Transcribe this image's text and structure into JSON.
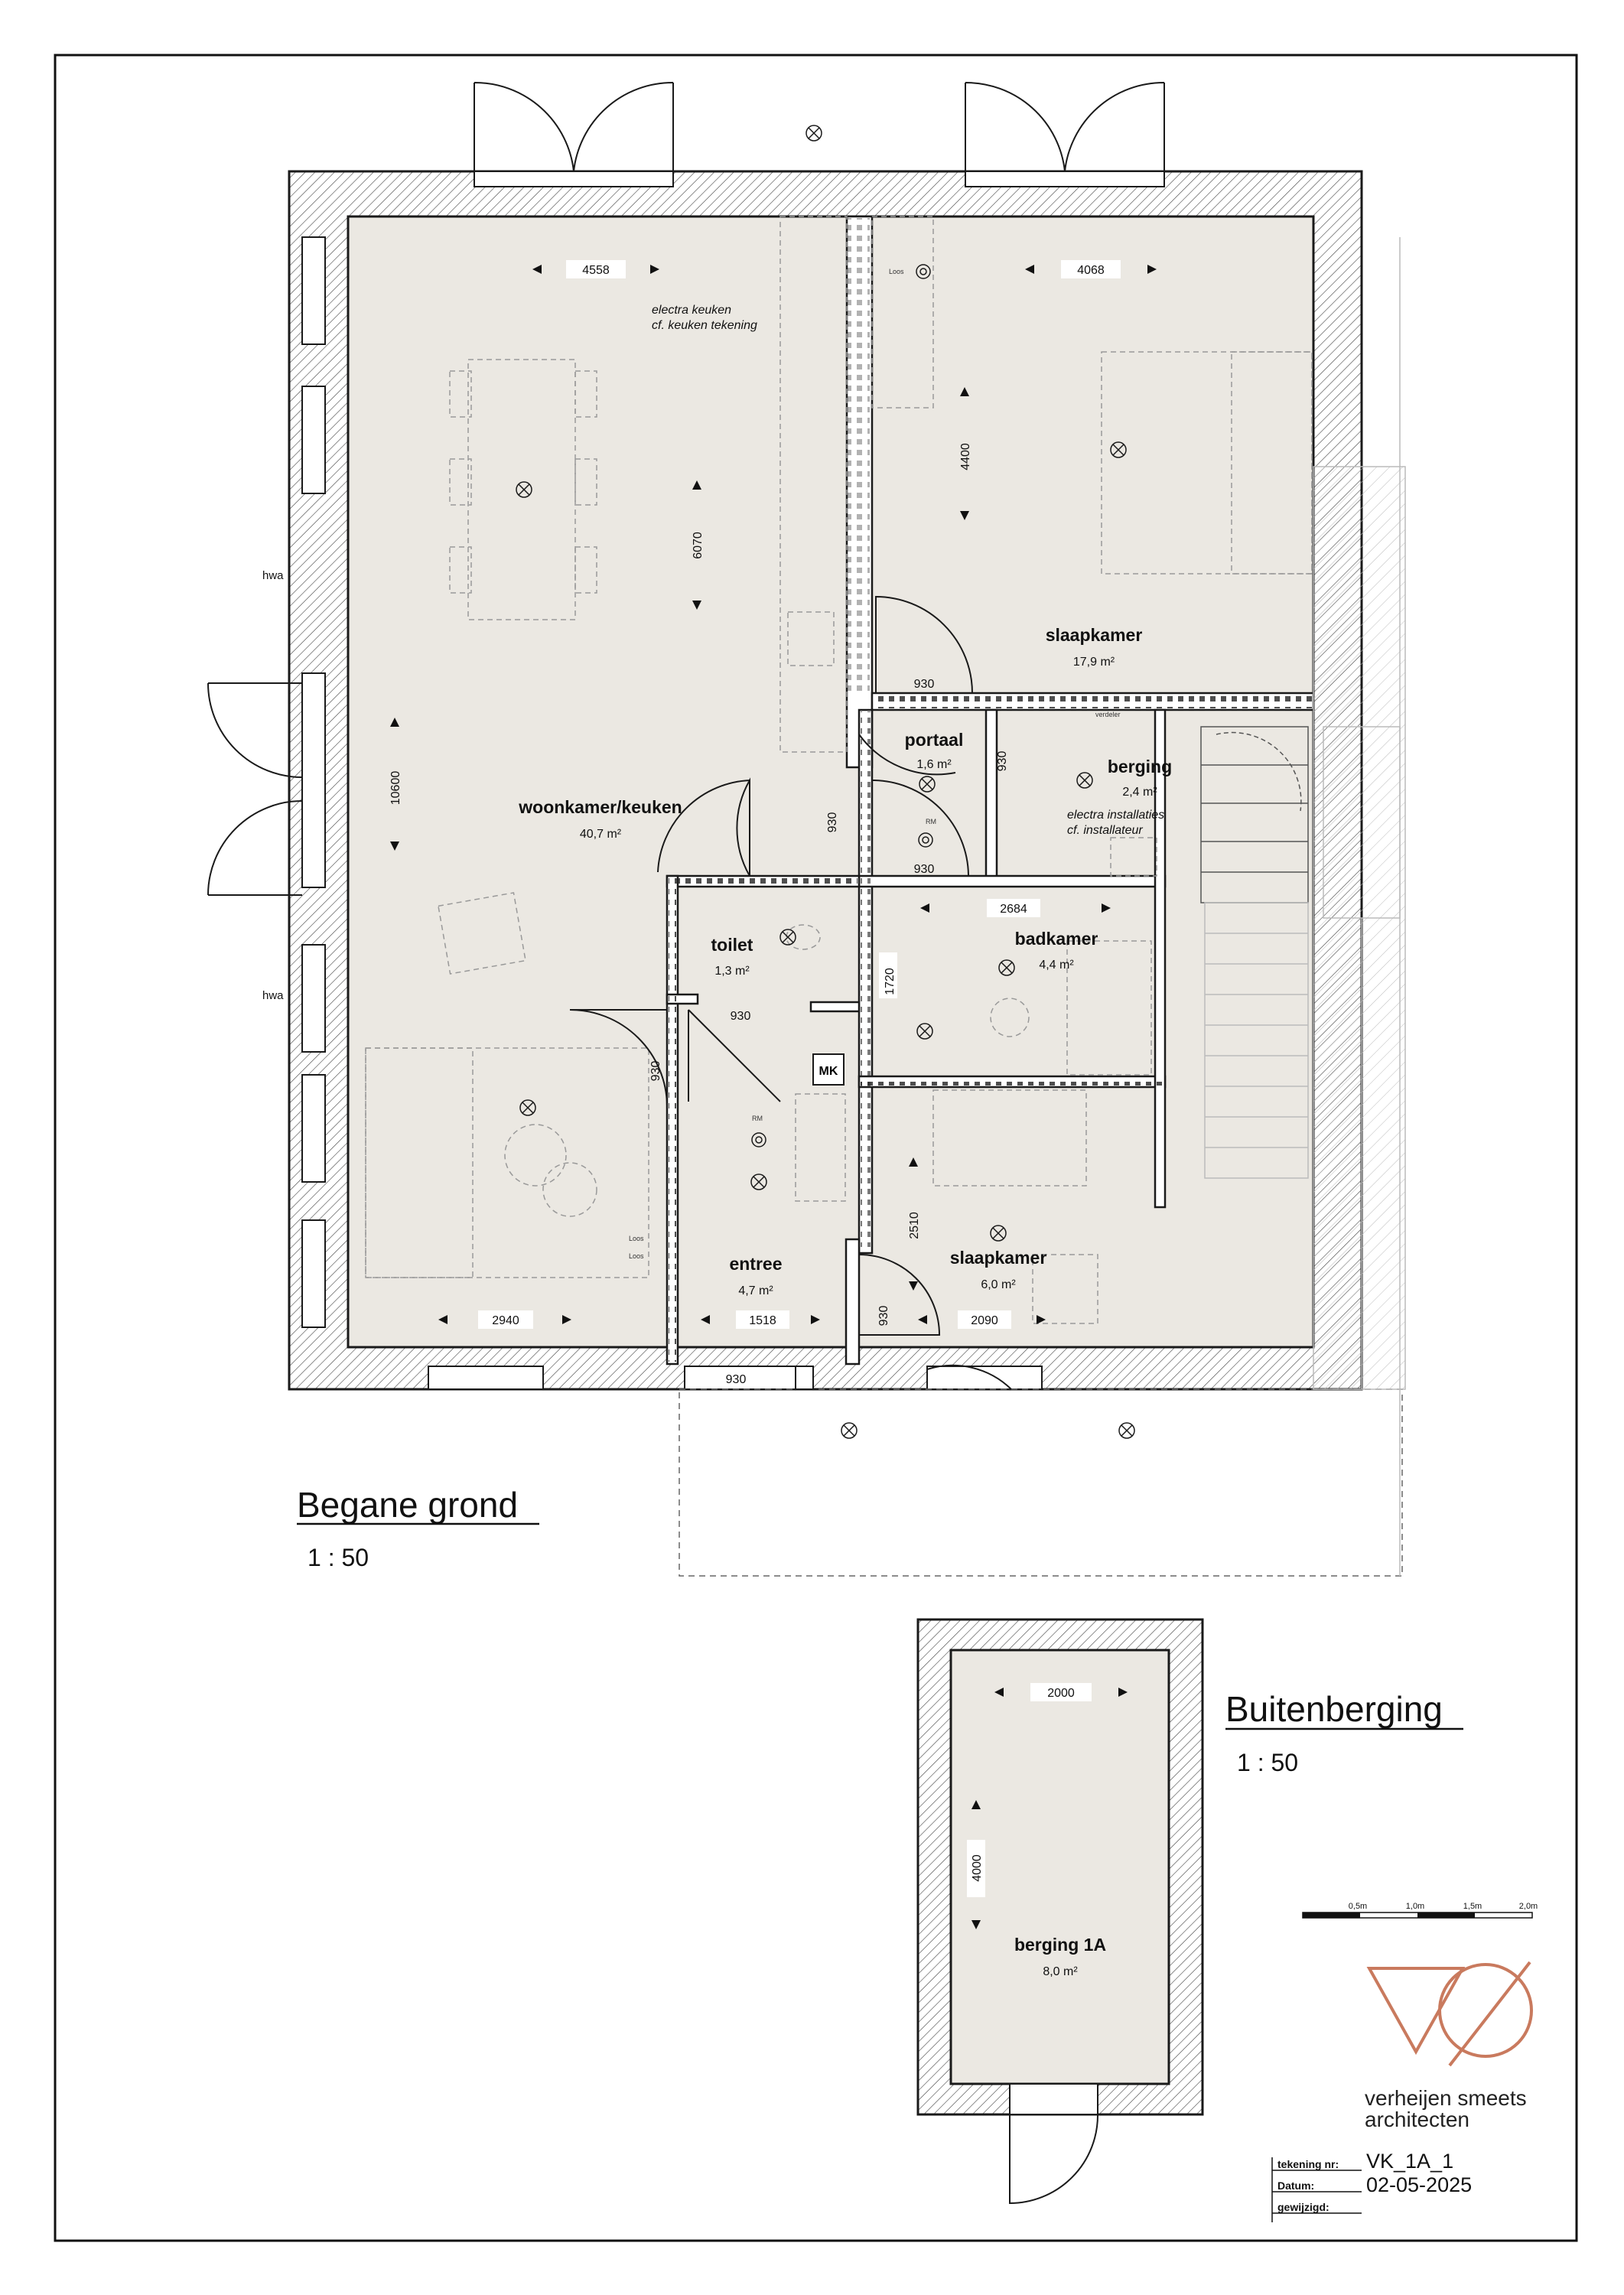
{
  "plan_ground": {
    "title": "Begane grond",
    "scale": "1 : 50"
  },
  "plan_shed": {
    "title": "Buitenberging",
    "scale": "1 : 50"
  },
  "rooms": {
    "living": {
      "name": "woonkamer/keuken",
      "area": "40,7 m²"
    },
    "bedroom_large": {
      "name": "slaapkamer",
      "area": "17,9 m²"
    },
    "hall": {
      "name": "portaal",
      "area": "1,6 m²"
    },
    "storage": {
      "name": "berging",
      "area": "2,4 m²"
    },
    "toilet": {
      "name": "toilet",
      "area": "1,3 m²"
    },
    "bathroom": {
      "name": "badkamer",
      "area": "4,4 m²"
    },
    "entrance": {
      "name": "entree",
      "area": "4,7 m²"
    },
    "bedroom_small": {
      "name": "slaapkamer",
      "area": "6,0 m²"
    },
    "shed": {
      "name": "berging 1A",
      "area": "8,0 m²"
    }
  },
  "notes": {
    "kitchen_1": "electra keuken",
    "kitchen_2": "cf. keuken tekening",
    "install_1": "electra installaties",
    "install_2": "cf. installateur",
    "verdeler": "verdeler",
    "mk": "MK",
    "rm": "RM",
    "hwa": "hwa",
    "loos": "Loos"
  },
  "dimensions": {
    "living_width": "4558",
    "bedroom_width": "4068",
    "bedroom_depth": "4400",
    "kitchen_depth": "6070",
    "living_depth": "10600",
    "door_bedroom": "930",
    "door_hall_side": "930",
    "door_hall_bottom": "930",
    "door_living": "930",
    "door_toilet": "930",
    "door_entrance_side": "930",
    "door_front": "930",
    "door_small_bedroom": "930",
    "bathroom_width": "2684",
    "bathroom_depth": "1720",
    "small_bedroom_depth": "2510",
    "small_bedroom_width": "2090",
    "living_bottom": "2940",
    "entrance_width": "1518",
    "shed_width": "2000",
    "shed_depth": "4000"
  },
  "scale_bar": {
    "labels": [
      "0,5m",
      "1,0m",
      "1,5m",
      "2,0m"
    ]
  },
  "firm": {
    "line1": "verheijen smeets",
    "line2": "architecten",
    "logo_color": "#c97a5e"
  },
  "title_block": {
    "drawing_no_label": "tekening nr:",
    "drawing_no": "VK_1A_1",
    "date_label": "Datum:",
    "date": "02-05-2025",
    "revised_label": "gewijzigd:"
  },
  "colors": {
    "room_fill": "#ebe8e2",
    "wall": "#1a1a1a",
    "accent": "#c97a5e"
  }
}
